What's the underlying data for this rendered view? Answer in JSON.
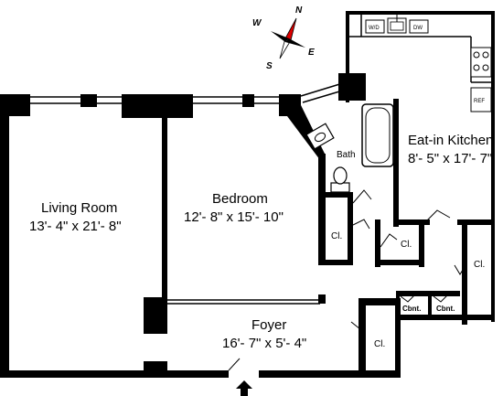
{
  "compass": {
    "n": "N",
    "s": "S",
    "e": "E",
    "w": "W"
  },
  "rooms": {
    "living_room": {
      "name": "Living Room",
      "dims": "13'- 4\" x 21'- 8\""
    },
    "bedroom": {
      "name": "Bedroom",
      "dims": "12'- 8\" x 15'- 10\""
    },
    "bath": {
      "name": "Bath"
    },
    "kitchen": {
      "name": "Eat-in Kitchen",
      "dims": "8'- 5\" x 17'- 7\""
    },
    "foyer": {
      "name": "Foyer",
      "dims": "16'- 7\" x 5'- 4\""
    }
  },
  "closets": {
    "cl1": "Cl.",
    "cl2": "Cl.",
    "cl3": "Cl.",
    "cl4": "Cl."
  },
  "cabinets": {
    "cbnt1": "Cbnt.",
    "cbnt2": "Cbnt."
  },
  "appliances": {
    "washer_dryer": "W/D",
    "dishwasher": "DW",
    "refrigerator": "REF"
  }
}
